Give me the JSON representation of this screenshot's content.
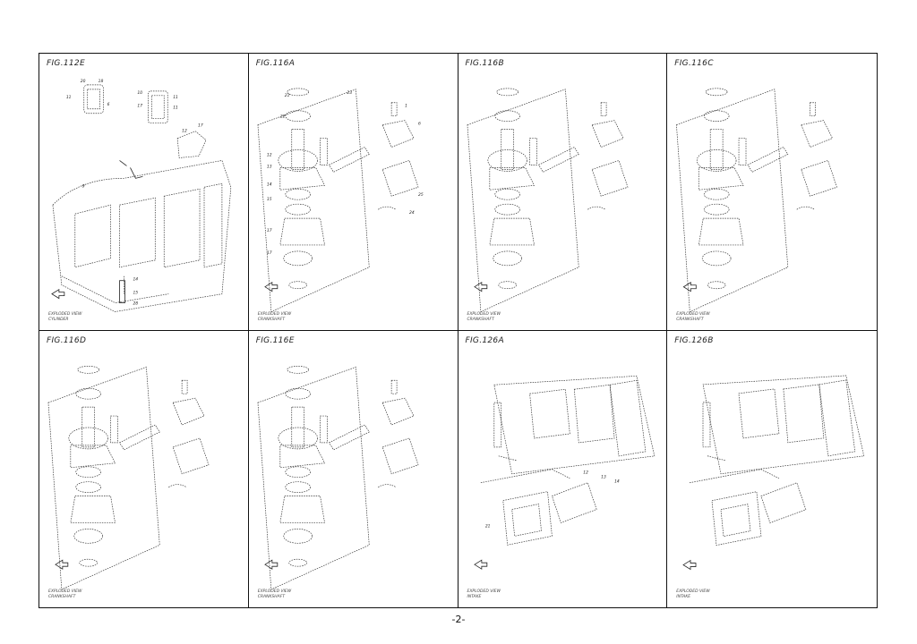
{
  "page": {
    "number": "-2-"
  },
  "panels": [
    {
      "title": "FIG.112E",
      "foot": [
        "EXPLODED VIEW",
        "CYLINDER"
      ]
    },
    {
      "title": "FIG.116A",
      "foot": [
        "EXPLODED VIEW",
        "CRANKSHAFT"
      ]
    },
    {
      "title": "FIG.116B",
      "foot": [
        "EXPLODED VIEW",
        "CRANKSHAFT"
      ]
    },
    {
      "title": "FIG.116C",
      "foot": [
        "EXPLODED VIEW",
        "CRANKSHAFT"
      ]
    },
    {
      "title": "FIG.116D",
      "foot": [
        "EXPLODED VIEW",
        "CRANKSHAFT"
      ]
    },
    {
      "title": "FIG.116E",
      "foot": [
        "EXPLODED VIEW",
        "CRANKSHAFT"
      ]
    },
    {
      "title": "FIG.126A",
      "foot": [
        "EXPLODED VIEW",
        "INTAKE"
      ]
    },
    {
      "title": "FIG.126B",
      "foot": [
        "EXPLODED VIEW",
        "INTAKE"
      ]
    }
  ]
}
